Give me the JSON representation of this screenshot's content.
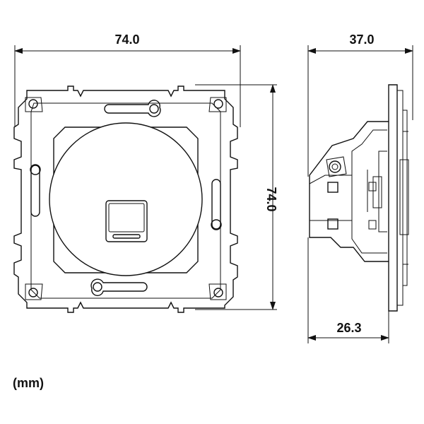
{
  "dimensions": {
    "front_width": "74.0",
    "front_height": "74.0",
    "side_depth": "37.0",
    "side_rear_depth": "26.3"
  },
  "unit_label": "(mm)"
}
